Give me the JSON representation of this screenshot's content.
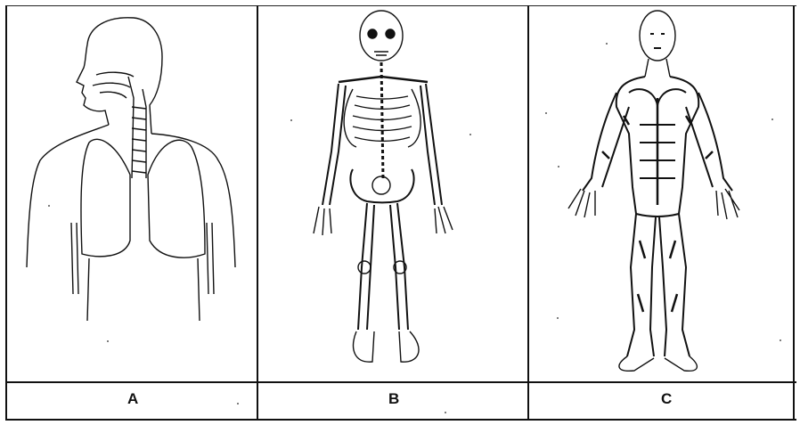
{
  "figure": {
    "panels": [
      {
        "label": "A",
        "icon": "respiratory-system-icon"
      },
      {
        "label": "B",
        "icon": "skeletal-system-icon"
      },
      {
        "label": "C",
        "icon": "muscular-system-icon"
      }
    ]
  }
}
